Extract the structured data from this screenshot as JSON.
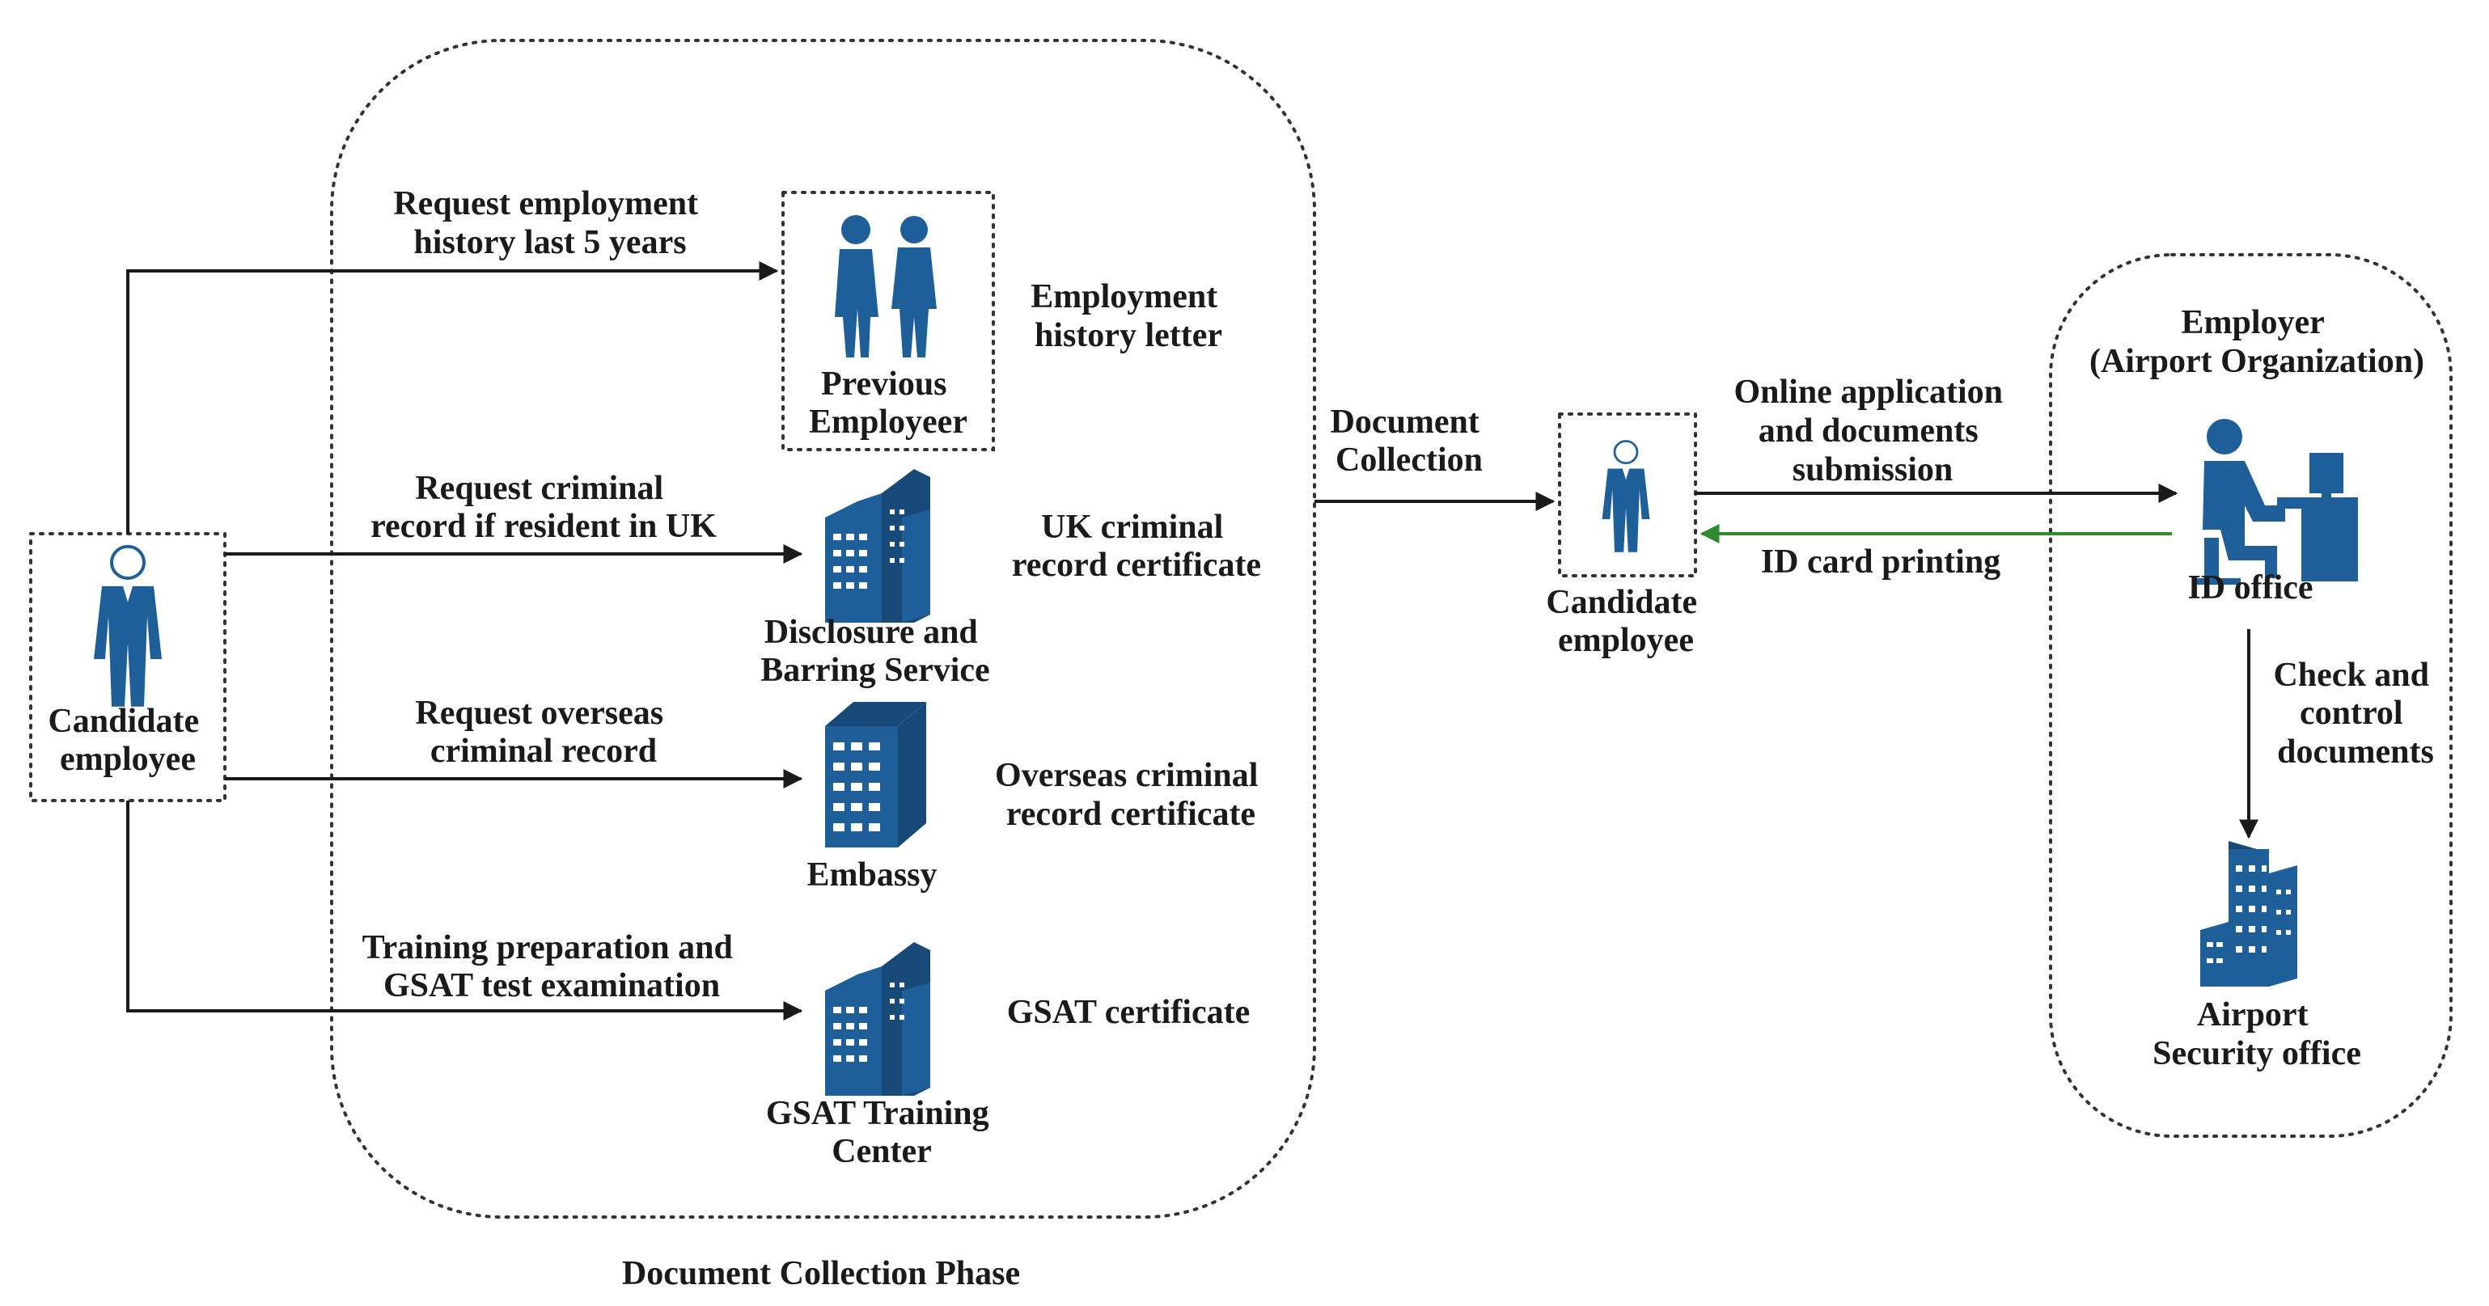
{
  "diagram": {
    "phase_caption": "Document Collection Phase",
    "actors": {
      "candidate_left": [
        "Candidate",
        "employee"
      ],
      "candidate_right": [
        "Candidate",
        "employee"
      ],
      "previous_employer": [
        "Previous",
        "Employeer"
      ],
      "dbs": [
        "Disclosure and",
        "Barring Service"
      ],
      "embassy": [
        "Embassy"
      ],
      "gsat_center": [
        "GSAT Training",
        "Center"
      ],
      "employer_group": [
        "Employer",
        "(Airport Organization)"
      ],
      "id_office": [
        "ID office"
      ],
      "security_office": [
        "Airport",
        "Security office"
      ]
    },
    "requests": {
      "employment_history": [
        "Request employment",
        "history last 5 years"
      ],
      "criminal_uk": [
        "Request criminal",
        "record if resident in UK"
      ],
      "criminal_overseas": [
        "Request overseas",
        "criminal record"
      ],
      "gsat_training": [
        "Training preparation and",
        "GSAT test examination"
      ]
    },
    "documents": {
      "employment_letter": [
        "Employment",
        "history letter"
      ],
      "uk_certificate": [
        "UK criminal",
        "record certificate"
      ],
      "overseas_certificate": [
        "Overseas criminal",
        "record certificate"
      ],
      "gsat_certificate": [
        "GSAT certificate"
      ]
    },
    "flows": {
      "document_collection": [
        "Document",
        "Collection"
      ],
      "online_application": [
        "Online application",
        "and documents",
        "submission"
      ],
      "id_card_printing": [
        "ID card printing"
      ],
      "check_control": [
        "Check and",
        "control",
        "documents"
      ]
    },
    "colors": {
      "icon": "#1f5f99",
      "arrow": "#1a1a1a",
      "return_arrow": "#2e8b2e"
    },
    "icons": {
      "person": "person-icon",
      "two_people": "business-people-icon",
      "building": "office-building-icon",
      "desk_worker": "desk-worker-icon"
    }
  }
}
